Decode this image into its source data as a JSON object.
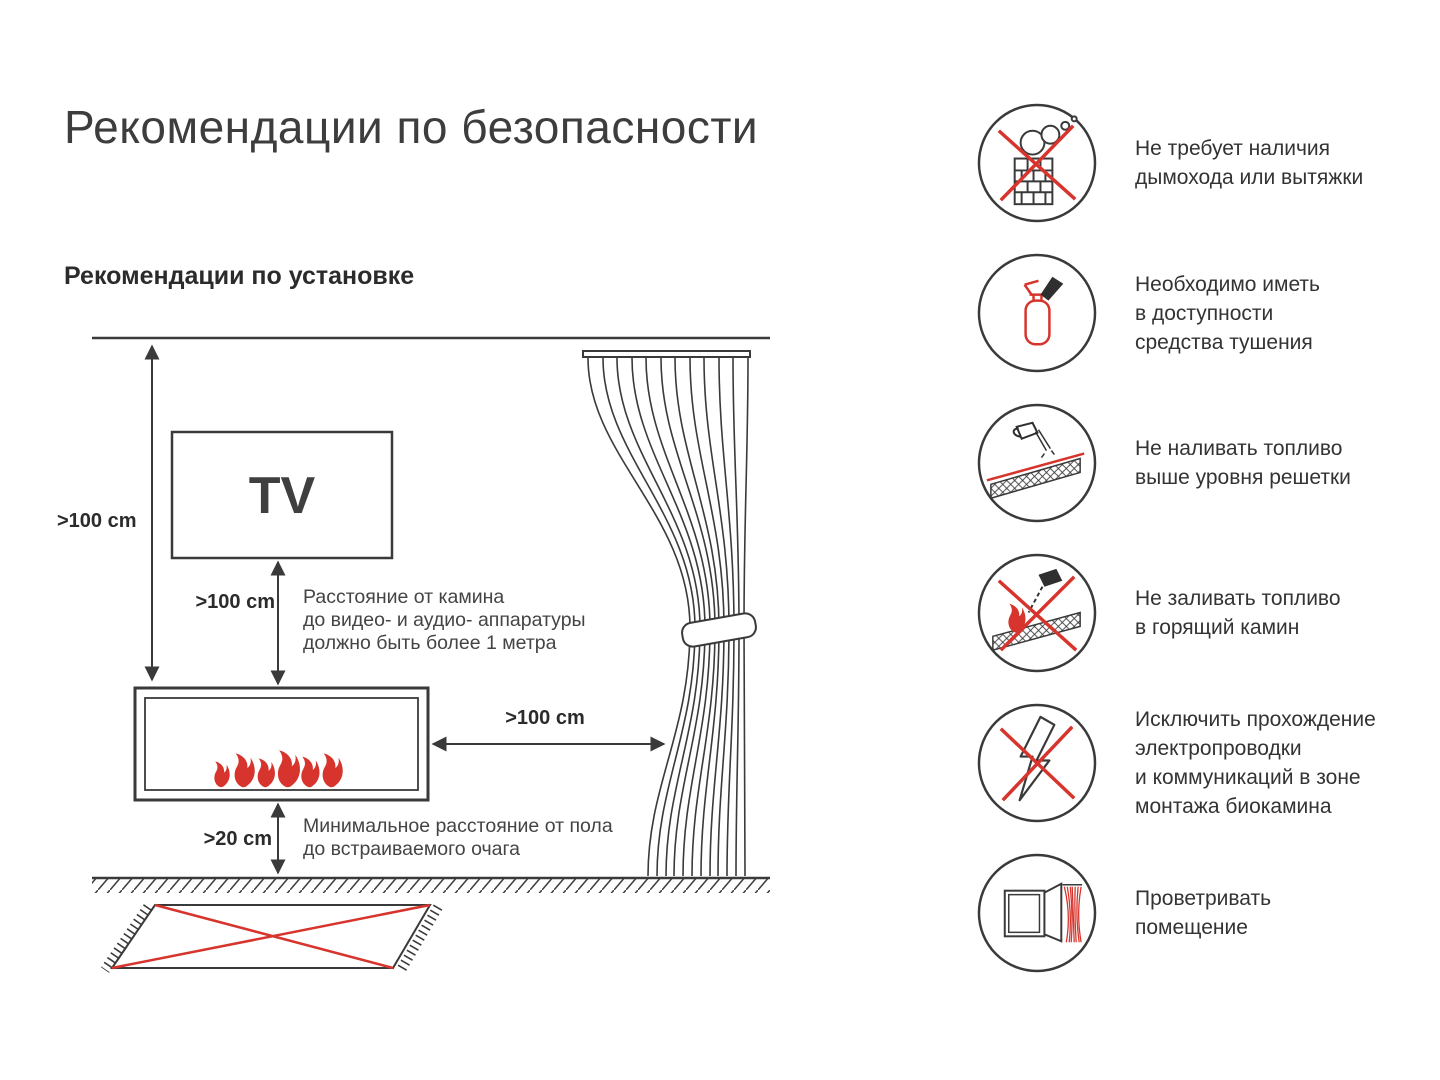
{
  "colors": {
    "line": "#3a3a3a",
    "text": "#333333",
    "accent_red": "#d6342c"
  },
  "header": {
    "title": "Рекомендации по безопасности",
    "subtitle": "Рекомендации по установке"
  },
  "diagram": {
    "tv_label": "TV",
    "dims": {
      "ceiling_to_fireplace": ">100 cm",
      "tv_to_fireplace": ">100 cm",
      "fireplace_to_curtain": ">100 cm",
      "floor_to_fireplace": ">20 cm"
    },
    "notes": {
      "tv": [
        "Расстояние от камина",
        "до видео- и аудио- аппаратуры",
        "должно быть более 1 метра"
      ],
      "floor": [
        "Минимальное расстояние от пола",
        "до встраиваемого очага"
      ]
    }
  },
  "safety_items": [
    {
      "icon": "no-chimney-icon",
      "lines": [
        "Не требует наличия",
        "дымохода или вытяжки"
      ]
    },
    {
      "icon": "fire-extinguisher-icon",
      "lines": [
        "Необходимо иметь",
        "в доступности",
        "средства тушения"
      ]
    },
    {
      "icon": "fuel-level-icon",
      "lines": [
        "Не наливать топливо",
        "выше уровня решетки"
      ]
    },
    {
      "icon": "no-refuel-burning-icon",
      "lines": [
        "Не заливать топливо",
        "в горящий камин"
      ]
    },
    {
      "icon": "no-wiring-icon",
      "lines": [
        "Исключить прохождение",
        "электропроводки",
        "и коммуникаций в зоне",
        "монтажа биокамина"
      ]
    },
    {
      "icon": "ventilation-icon",
      "lines": [
        "Проветривать",
        "помещение"
      ]
    }
  ]
}
